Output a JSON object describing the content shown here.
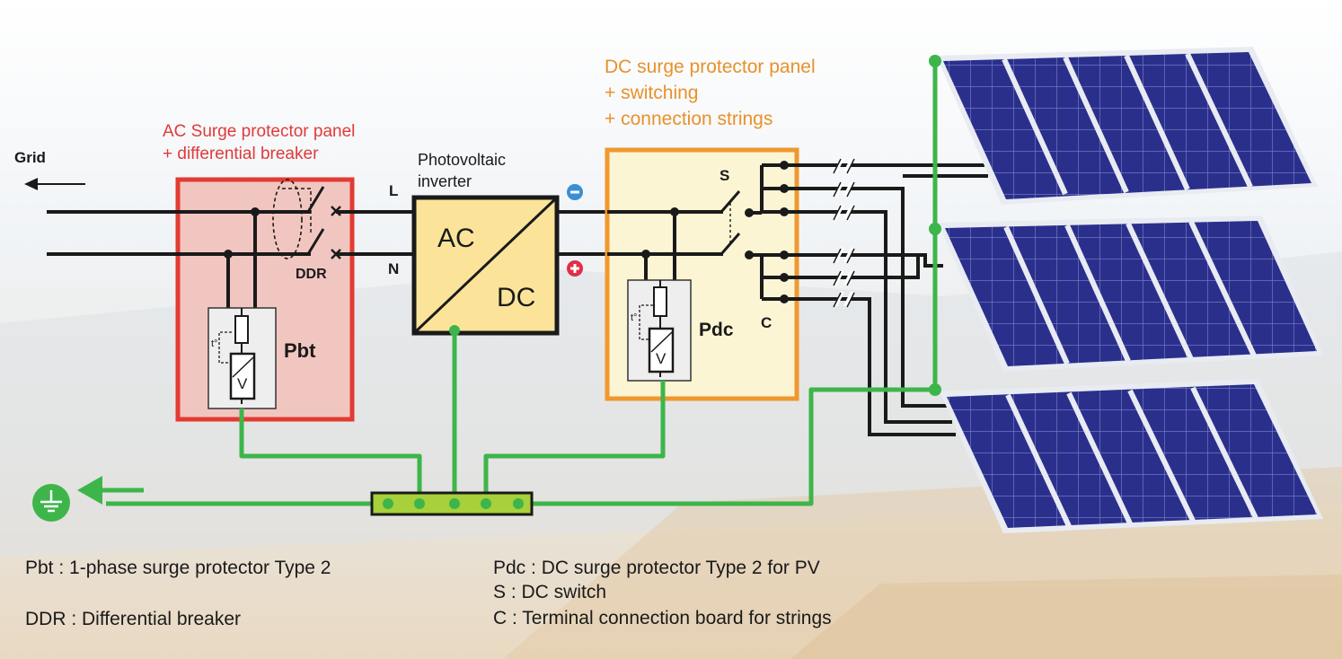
{
  "labels": {
    "grid": "Grid",
    "ac_panel_line1": "AC Surge protector panel",
    "ac_panel_line2": "+ differential breaker",
    "inverter_line1": "Photovoltaic",
    "inverter_line2": "inverter",
    "dc_panel_line1": "DC surge protector panel",
    "dc_panel_line2": "+ switching",
    "dc_panel_line3": "+ connection strings",
    "L": "L",
    "N": "N",
    "DDR": "DDR",
    "Pbt": "Pbt",
    "Pdc": "Pdc",
    "S": "S",
    "C": "C",
    "AC": "AC",
    "DC": "DC",
    "minus": "−",
    "plus": "+",
    "V": "V",
    "t": "t°"
  },
  "legend": {
    "pbt": "Pbt : 1-phase surge protector Type 2",
    "ddr": "DDR : Differential breaker",
    "pdc": "Pdc : DC surge protector Type 2 for PV",
    "s": "S : DC switch",
    "c": "C : Terminal connection board for strings"
  },
  "colors": {
    "ac_panel_border": "#e23b33",
    "ac_panel_fill": "#f2c6c0",
    "dc_panel_border": "#f0982f",
    "dc_panel_fill": "#fbf5d4",
    "inverter_fill": "#fbe49a",
    "ground_wire": "#3db54a",
    "ground_bar": "#a7d03a",
    "minus_badge": "#3a8fd4",
    "plus_badge": "#e02f4a",
    "solar_cell": "#2b2f8c",
    "panel_frame": "#e8ecf2",
    "wire": "#1a1a1a"
  },
  "icons": [
    "ground-icon",
    "solar-panel-icon",
    "switch-icon",
    "fuse-icon",
    "varistor-icon",
    "arrow-left-icon"
  ]
}
